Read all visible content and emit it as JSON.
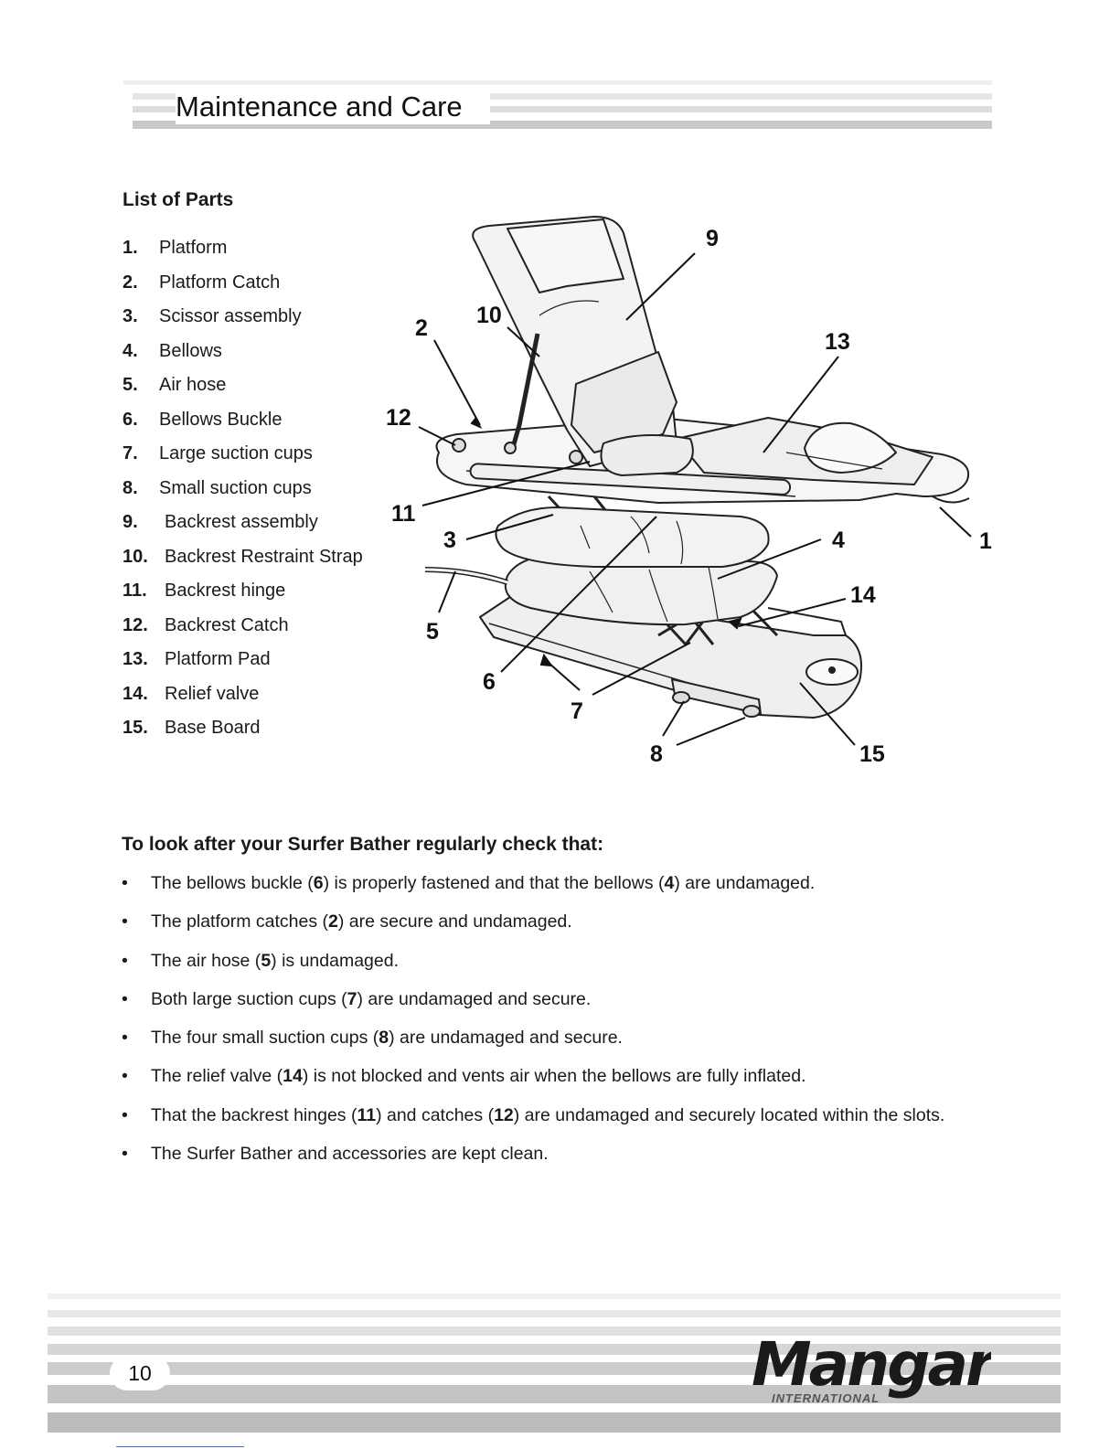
{
  "header": {
    "title": "Maintenance and Care"
  },
  "parts": {
    "heading": "List of Parts",
    "items": [
      {
        "num": "1.",
        "label": "Platform"
      },
      {
        "num": "2.",
        "label": "Platform Catch"
      },
      {
        "num": "3.",
        "label": "Scissor assembly"
      },
      {
        "num": "4.",
        "label": "Bellows"
      },
      {
        "num": "5.",
        "label": "Air hose"
      },
      {
        "num": "6.",
        "label": "Bellows Buckle"
      },
      {
        "num": "7.",
        "label": "Large suction cups"
      },
      {
        "num": "8.",
        "label": "Small suction cups"
      },
      {
        "num": "9.",
        "label": "Backrest assembly"
      },
      {
        "num": "10.",
        "label": "Backrest Restraint Strap"
      },
      {
        "num": "11.",
        "label": "Backrest hinge"
      },
      {
        "num": "12.",
        "label": "Backrest Catch"
      },
      {
        "num": "13.",
        "label": "Platform Pad"
      },
      {
        "num": "14.",
        "label": "Relief valve"
      },
      {
        "num": "15.",
        "label": "Base Board"
      }
    ]
  },
  "diagram": {
    "callouts": [
      "9",
      "2",
      "10",
      "13",
      "12",
      "11",
      "3",
      "4",
      "1",
      "14",
      "5",
      "6",
      "7",
      "8",
      "15"
    ]
  },
  "checks": {
    "heading": "To look after your Surfer Bather regularly check that:",
    "bullet": "•",
    "items": [
      {
        "pre": "The bellows buckle (",
        "b1": "6",
        "mid": ") is properly fastened and that the bellows (",
        "b2": "4",
        "post": ") are undamaged."
      },
      {
        "pre": "The platform catches (",
        "b1": "2",
        "post": ") are secure and undamaged."
      },
      {
        "pre": "The air hose (",
        "b1": "5",
        "post": ") is undamaged."
      },
      {
        "pre": "Both large suction cups (",
        "b1": "7",
        "post": ") are undamaged and secure."
      },
      {
        "pre": "The four small suction cups (",
        "b1": "8",
        "post": ") are undamaged and secure."
      },
      {
        "pre": "The relief valve (",
        "b1": "14",
        "post": ") is not blocked and vents air when the bellows are fully inflated."
      },
      {
        "pre": "That the backrest hinges (",
        "b1": "11",
        "mid": ") and catches (",
        "b2": "12",
        "post": ") are undamaged and securely located within the slots."
      },
      {
        "pre": "The Surfer Bather and accessories are kept clean.",
        "post": ""
      }
    ]
  },
  "footer": {
    "page_number": "10",
    "logo_text": "Mangar",
    "logo_subtext": "INTERNATIONAL"
  }
}
